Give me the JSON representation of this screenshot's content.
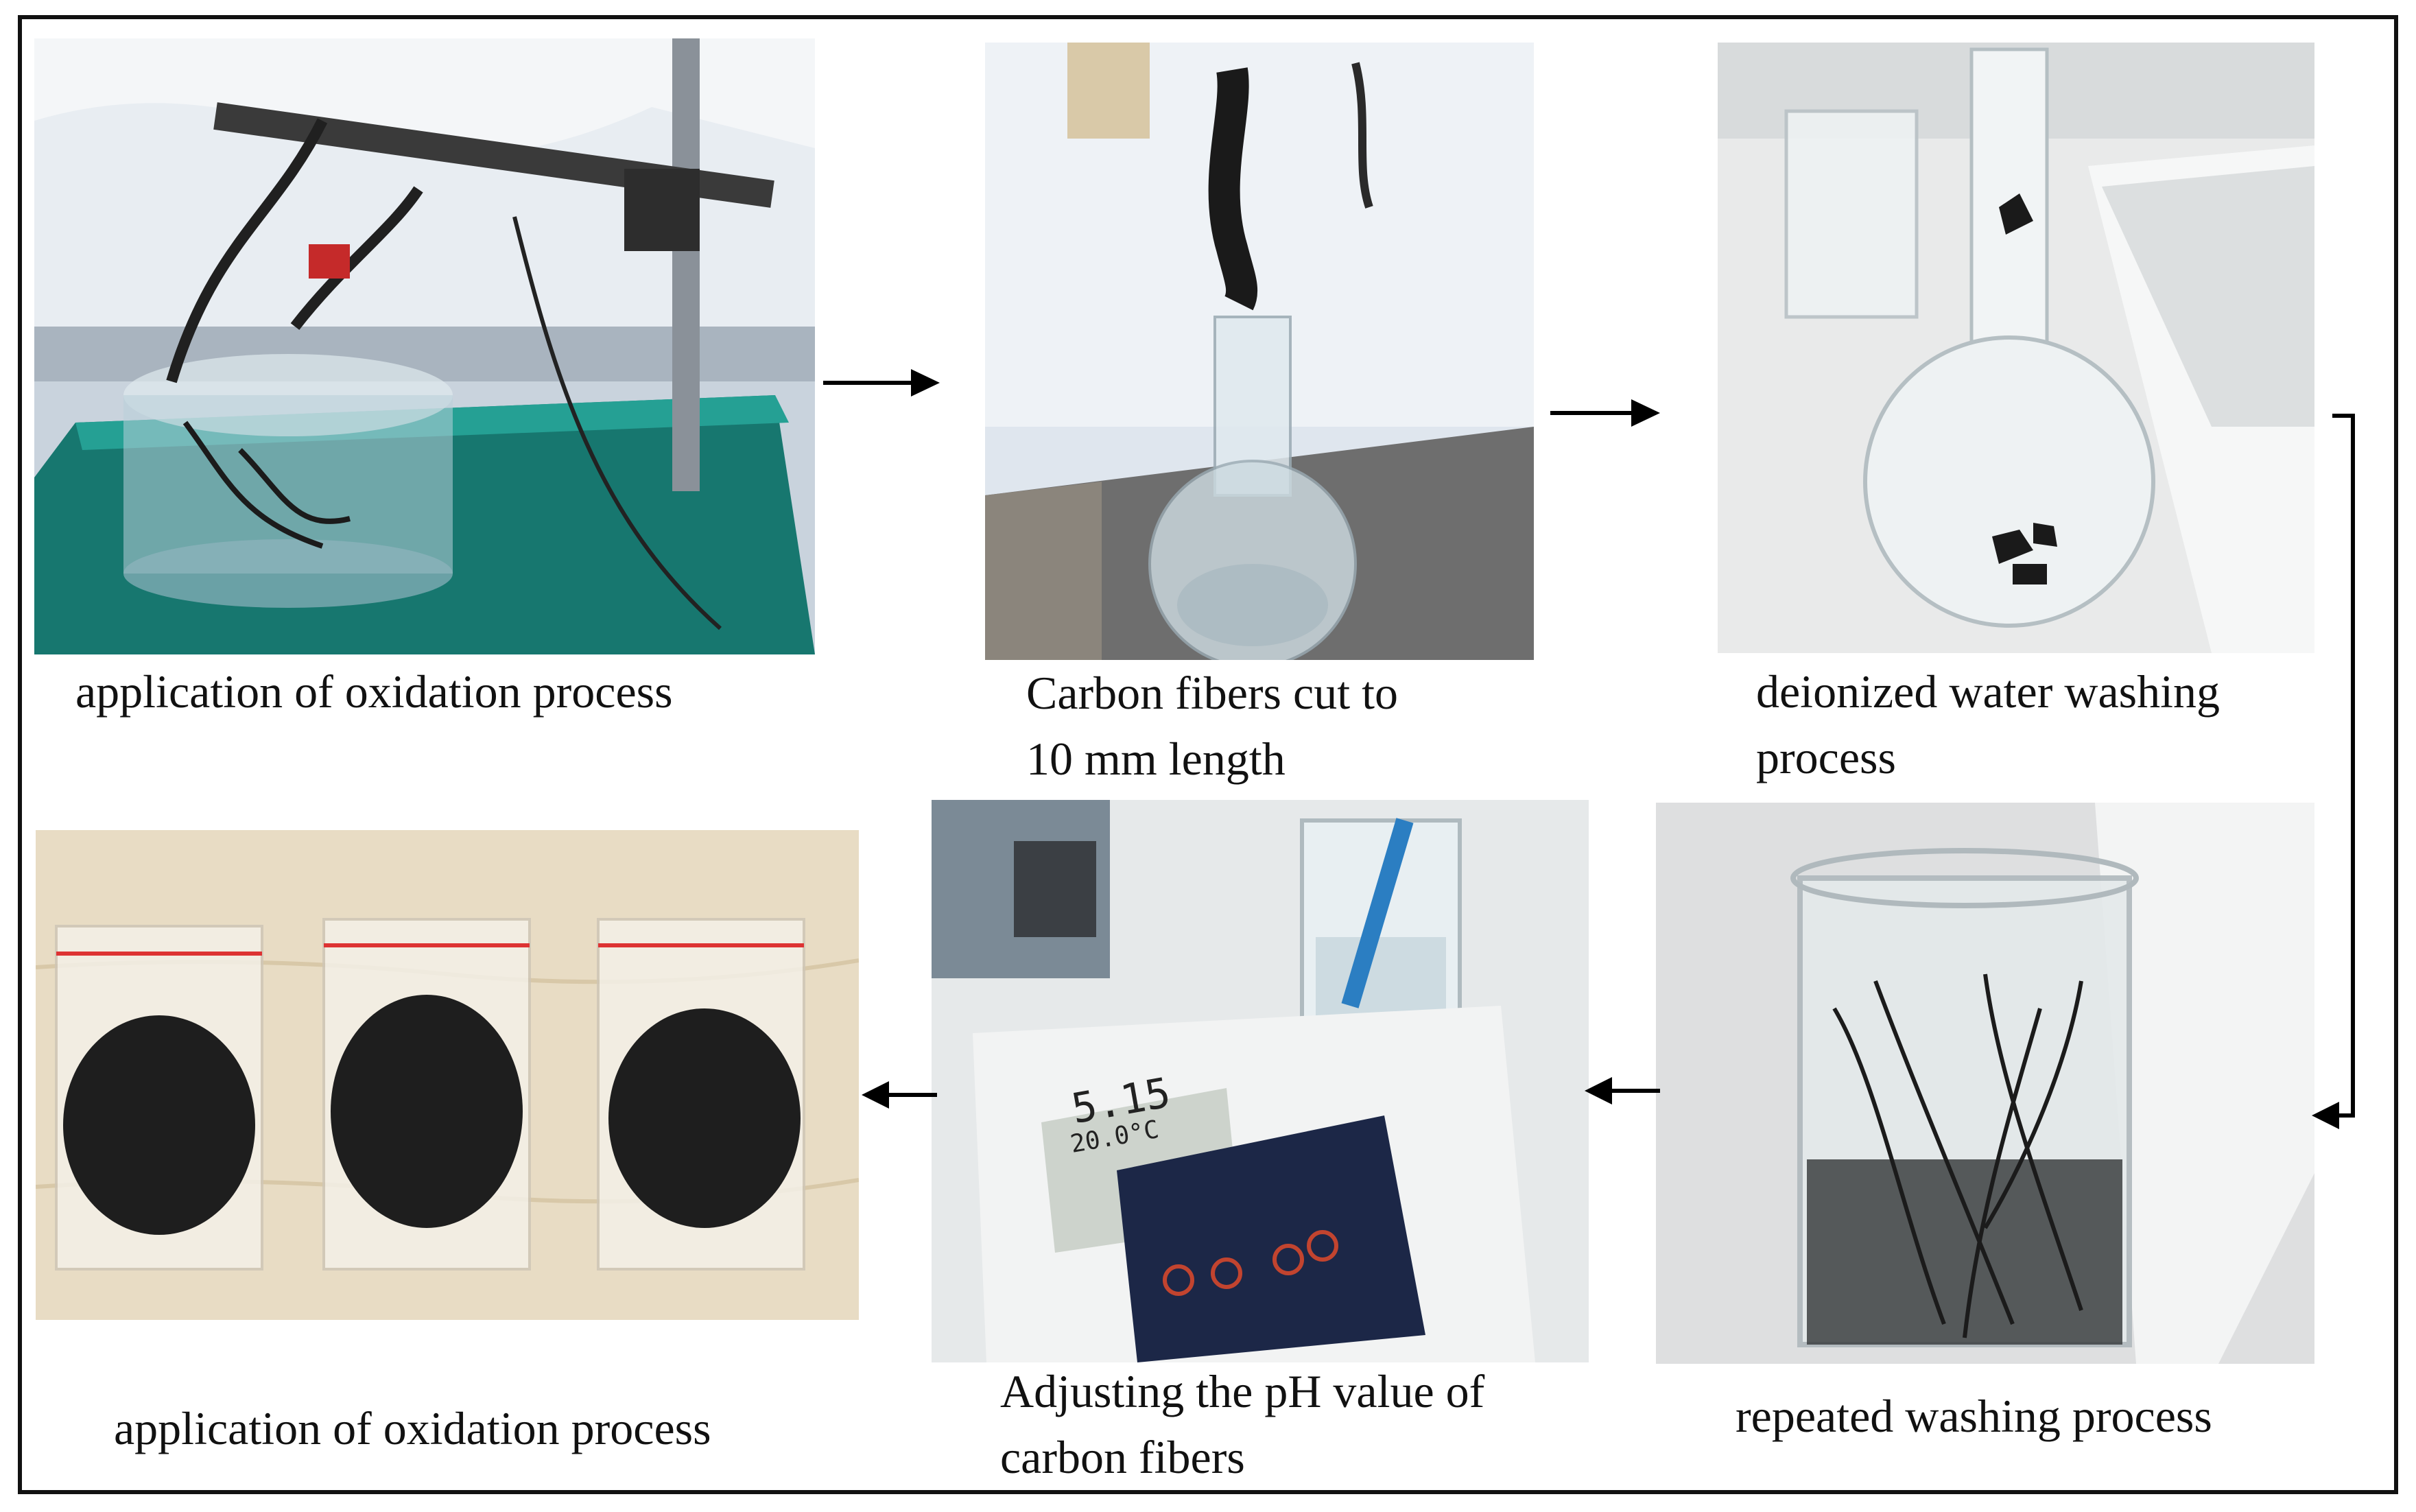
{
  "steps": {
    "s1": {
      "caption": "application of oxidation process"
    },
    "s2": {
      "caption_line1": "Carbon fibers cut to",
      "caption_line2": "10 mm length"
    },
    "s3": {
      "caption_line1": "deionized water washing",
      "caption_line2": "process"
    },
    "s4": {
      "caption": "repeated washing process"
    },
    "s5": {
      "caption_line1": "Adjusting the pH value of",
      "caption_line2": "carbon fibers",
      "meter_reading": "5.15",
      "meter_temp": "20.0°C"
    },
    "s6": {
      "caption": "application of oxidation process"
    }
  },
  "colors": {
    "border": "#111111",
    "arrow": "#000000",
    "plate": "#1f8a80",
    "fiber": "#1b1b1b",
    "meter_panel": "#1c2747"
  }
}
